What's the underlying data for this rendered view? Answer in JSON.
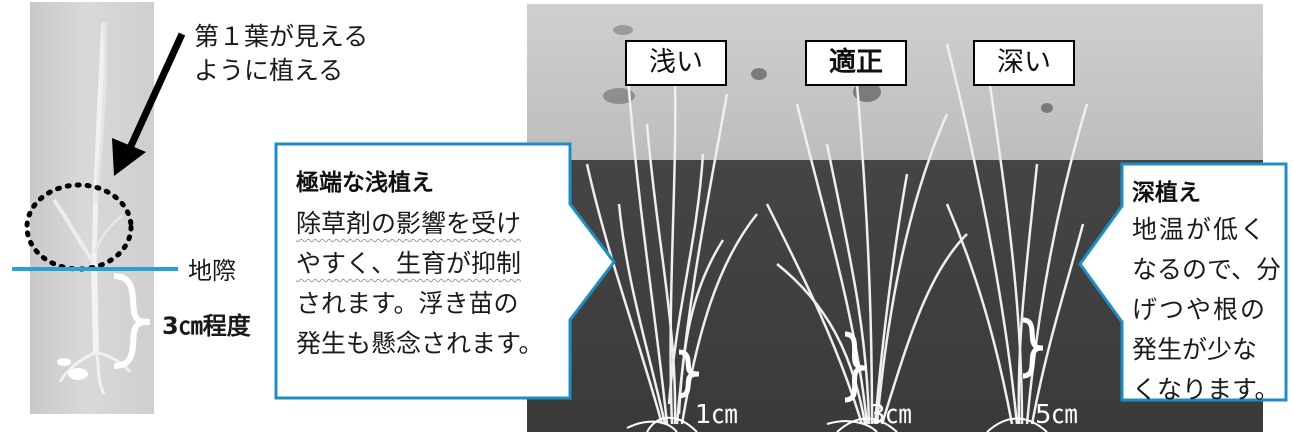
{
  "left_panel": {
    "annotation_line1": "第１葉が見える",
    "annotation_line2": "ように植える",
    "ground_label": "地際",
    "depth_label": "3㎝程度"
  },
  "right_panel": {
    "labels": [
      {
        "text": "浅い",
        "bold": false
      },
      {
        "text": "適正",
        "bold": true
      },
      {
        "text": "深い",
        "bold": false
      }
    ],
    "depths": [
      "1㎝",
      "3㎝",
      "5㎝"
    ]
  },
  "callout_shallow": {
    "heading": "極端な浅植え",
    "line1": "除草剤の影響を受け",
    "line2": "やすく、生育が抑制",
    "line3": "されます。浮き苗の",
    "line4": "発生も懸念されます。"
  },
  "callout_deep": {
    "heading": "深植え",
    "line1": "地温が低く",
    "line2": "なるので、分",
    "line3": "げつや根の",
    "line4": "発生が少な",
    "line5": "くなります。"
  },
  "colors": {
    "callout_border": "#1f8dc4",
    "ground_line": "#2aa0d8"
  }
}
